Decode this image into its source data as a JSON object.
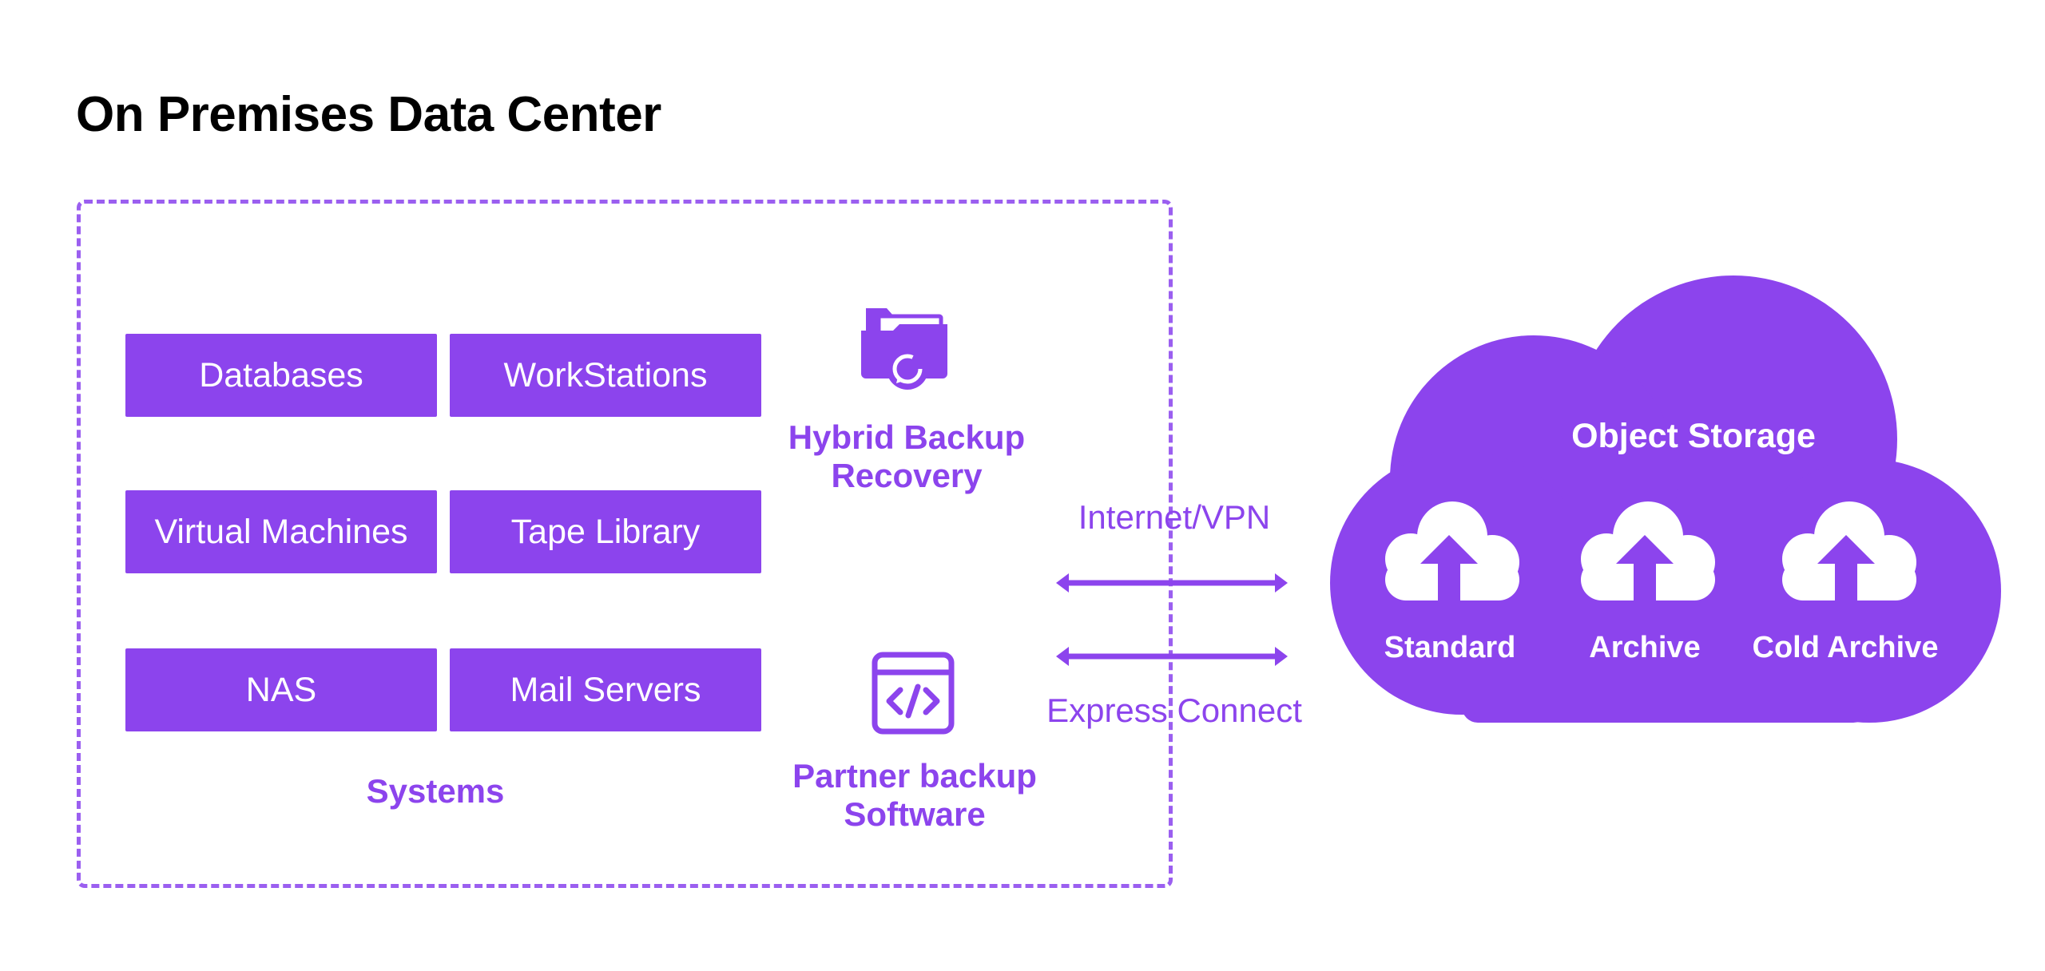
{
  "diagram": {
    "title": "On Premises Data Center",
    "systems": {
      "label": "Systems",
      "items": [
        "Databases",
        "WorkStations",
        "Virtual Machines",
        "Tape Library",
        "NAS",
        "Mail Servers"
      ]
    },
    "hybrid_backup": {
      "line1": "Hybrid Backup",
      "line2": "Recovery",
      "icon": "folder-refresh-icon"
    },
    "partner_backup": {
      "line1": "Partner backup",
      "line2": "Software",
      "icon": "code-window-icon"
    },
    "connections": {
      "top": "Internet/VPN",
      "bottom": "Express Connect"
    },
    "cloud": {
      "title": "Object Storage",
      "tiers": [
        "Standard",
        "Archive",
        "Cold Archive"
      ],
      "icon": "cloud-upload-icon"
    },
    "colors": {
      "accent": "#8c44ed",
      "dashed_border": "#9b5ff0",
      "text_dark": "#000000",
      "text_light": "#ffffff"
    }
  }
}
